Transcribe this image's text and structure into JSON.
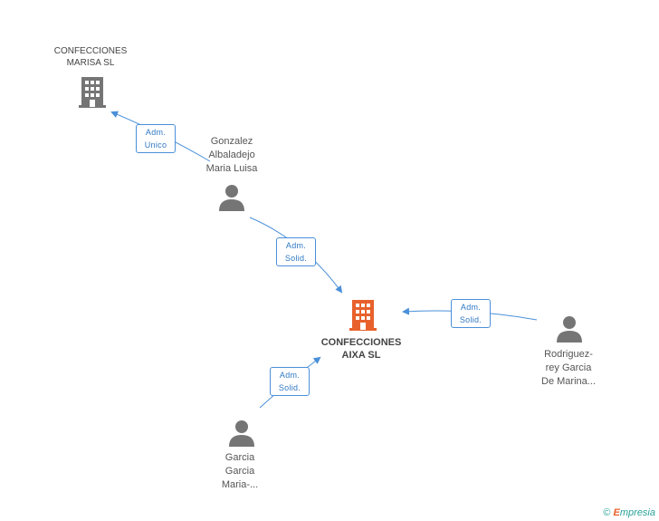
{
  "nodes": {
    "marisa": {
      "label": "CONFECCIONES\nMARISA SL"
    },
    "aixa": {
      "label": "CONFECCIONES\nAIXA SL"
    },
    "gonzalez": {
      "label": "Gonzalez\nAlbaladejo\nMaria Luisa"
    },
    "rodriguez": {
      "label": "Rodriguez-\nrey Garcia\nDe Marina..."
    },
    "garcia": {
      "label": "Garcia\nGarcia\nMaria-..."
    }
  },
  "edges": {
    "gonzalez_marisa": {
      "line1": "Adm.",
      "line2": "Unico"
    },
    "gonzalez_aixa": {
      "line1": "Adm.",
      "line2": "Solid."
    },
    "rodriguez_aixa": {
      "line1": "Adm.",
      "line2": "Solid."
    },
    "garcia_aixa": {
      "line1": "Adm.",
      "line2": "Solid."
    }
  },
  "colors": {
    "edge": "#4a90d9",
    "company": "#757575",
    "main_company": "#e8612c",
    "person": "#757575"
  },
  "icons": {
    "company": "building-icon",
    "person": "person-icon"
  },
  "footer": {
    "copyright": "©",
    "brand_initial": "E",
    "brand_rest": "mpresia"
  }
}
